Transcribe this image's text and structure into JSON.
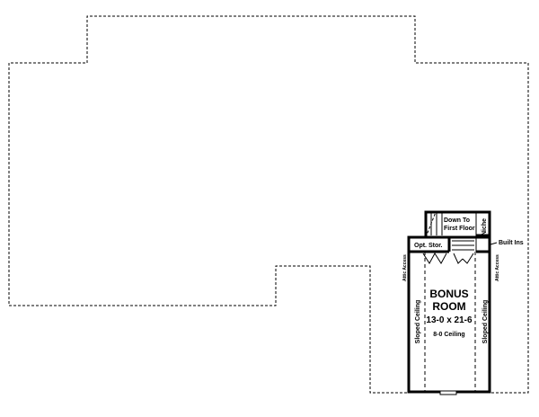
{
  "labels": {
    "stairs": [
      "Down To",
      "First Floor"
    ],
    "niche": "Niche",
    "built_ins": "Built Ins",
    "opt_storage": "Opt. Stor.",
    "attic_access_left": "Attic Access",
    "attic_access_right": "Attic Access",
    "room_name": [
      "BONUS",
      "ROOM"
    ],
    "room_size": "13-0 x 21-6",
    "ceiling": "8-0 Ceiling",
    "sloped_left": "Sloped Ceiling",
    "sloped_right": "Sloped Ceiling"
  }
}
